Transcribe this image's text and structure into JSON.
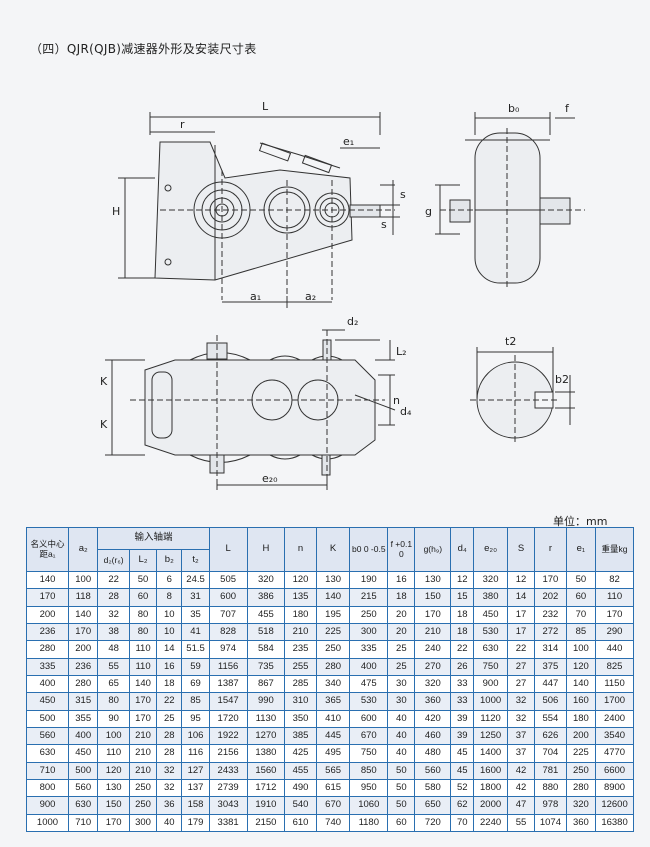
{
  "title": "（四）QJR(QJB)减速器外形及安装尺寸表",
  "unit_label": "单位：mm",
  "drawing_labels": {
    "L": "L",
    "r": "r",
    "e1": "e₁",
    "H": "H",
    "s_top": "s",
    "s_bot": "s",
    "a1": "a₁",
    "a2": "a₂",
    "b0": "b₀",
    "f": "f",
    "g": "g",
    "d2": "d₂",
    "L2": "L₂",
    "K_top": "K",
    "K_bot": "K",
    "n": "n",
    "d4": "d₄",
    "e20": "e₂₀",
    "t2": "t2",
    "b2": "b2"
  },
  "table": {
    "headers": {
      "a1": "名义中心距a₁",
      "a2": "a₂",
      "input_shaft": "输入轴端",
      "d2": "d₂(r₆)",
      "L2": "L₂",
      "b2": "b₂",
      "t2": "t₂",
      "L": "L",
      "H": "H",
      "n": "n",
      "K": "K",
      "b0": "b0 0 -0.5",
      "f": "f +0.1 0",
      "g": "g(h₉)",
      "d4": "d₄",
      "e20": "e₂₀",
      "S": "S",
      "r": "r",
      "e1": "e₁",
      "weight": "重量kg"
    },
    "rows": [
      [
        "140",
        "100",
        "22",
        "50",
        "6",
        "24.5",
        "505",
        "320",
        "120",
        "130",
        "190",
        "16",
        "130",
        "12",
        "320",
        "12",
        "170",
        "50",
        "82"
      ],
      [
        "170",
        "118",
        "28",
        "60",
        "8",
        "31",
        "600",
        "386",
        "135",
        "140",
        "215",
        "18",
        "150",
        "15",
        "380",
        "14",
        "202",
        "60",
        "110"
      ],
      [
        "200",
        "140",
        "32",
        "80",
        "10",
        "35",
        "707",
        "455",
        "180",
        "195",
        "250",
        "20",
        "170",
        "18",
        "450",
        "17",
        "232",
        "70",
        "170"
      ],
      [
        "236",
        "170",
        "38",
        "80",
        "10",
        "41",
        "828",
        "518",
        "210",
        "225",
        "300",
        "20",
        "210",
        "18",
        "530",
        "17",
        "272",
        "85",
        "290"
      ],
      [
        "280",
        "200",
        "48",
        "110",
        "14",
        "51.5",
        "974",
        "584",
        "235",
        "250",
        "335",
        "25",
        "240",
        "22",
        "630",
        "22",
        "314",
        "100",
        "440"
      ],
      [
        "335",
        "236",
        "55",
        "110",
        "16",
        "59",
        "1156",
        "735",
        "255",
        "280",
        "400",
        "25",
        "270",
        "26",
        "750",
        "27",
        "375",
        "120",
        "825"
      ],
      [
        "400",
        "280",
        "65",
        "140",
        "18",
        "69",
        "1387",
        "867",
        "285",
        "340",
        "475",
        "30",
        "320",
        "33",
        "900",
        "27",
        "447",
        "140",
        "1150"
      ],
      [
        "450",
        "315",
        "80",
        "170",
        "22",
        "85",
        "1547",
        "990",
        "310",
        "365",
        "530",
        "30",
        "360",
        "33",
        "1000",
        "32",
        "506",
        "160",
        "1700"
      ],
      [
        "500",
        "355",
        "90",
        "170",
        "25",
        "95",
        "1720",
        "1130",
        "350",
        "410",
        "600",
        "40",
        "420",
        "39",
        "1120",
        "32",
        "554",
        "180",
        "2400"
      ],
      [
        "560",
        "400",
        "100",
        "210",
        "28",
        "106",
        "1922",
        "1270",
        "385",
        "445",
        "670",
        "40",
        "460",
        "39",
        "1250",
        "37",
        "626",
        "200",
        "3540"
      ],
      [
        "630",
        "450",
        "110",
        "210",
        "28",
        "116",
        "2156",
        "1380",
        "425",
        "495",
        "750",
        "40",
        "480",
        "45",
        "1400",
        "37",
        "704",
        "225",
        "4770"
      ],
      [
        "710",
        "500",
        "120",
        "210",
        "32",
        "127",
        "2433",
        "1560",
        "455",
        "565",
        "850",
        "50",
        "560",
        "45",
        "1600",
        "42",
        "781",
        "250",
        "6600"
      ],
      [
        "800",
        "560",
        "130",
        "250",
        "32",
        "137",
        "2739",
        "1712",
        "490",
        "615",
        "950",
        "50",
        "580",
        "52",
        "1800",
        "42",
        "880",
        "280",
        "8900"
      ],
      [
        "900",
        "630",
        "150",
        "250",
        "36",
        "158",
        "3043",
        "1910",
        "540",
        "670",
        "1060",
        "50",
        "650",
        "62",
        "2000",
        "47",
        "978",
        "320",
        "12600"
      ],
      [
        "1000",
        "710",
        "170",
        "300",
        "40",
        "179",
        "3381",
        "2150",
        "610",
        "740",
        "1180",
        "60",
        "720",
        "70",
        "2240",
        "55",
        "1074",
        "360",
        "16380"
      ]
    ]
  }
}
